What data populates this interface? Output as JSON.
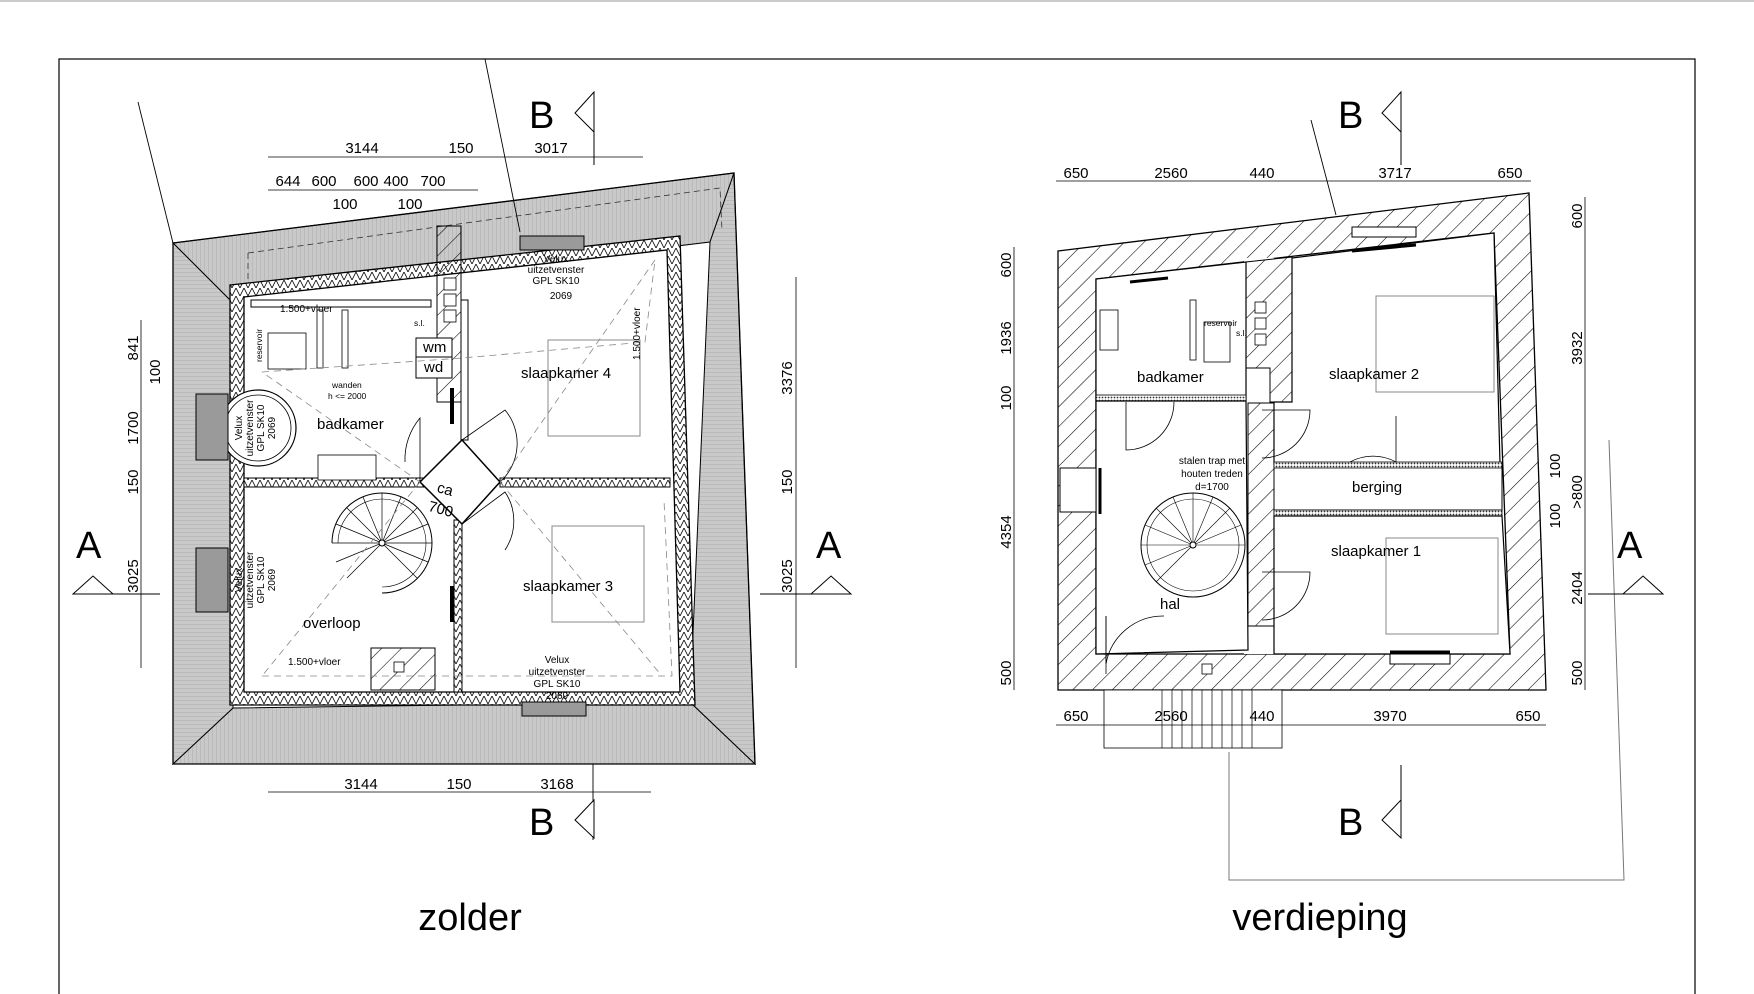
{
  "titles": {
    "left": "zolder",
    "right": "verdieping"
  },
  "section_marks": {
    "a": "A",
    "b": "B"
  },
  "zolder": {
    "rooms": {
      "badkamer": "badkamer",
      "slaapkamer4": "slaapkamer 4",
      "slaapkamer3": "slaapkamer 3",
      "overloop": "overloop",
      "ca": "ca",
      "ca_val": "700",
      "wm": "wm",
      "wd": "wd"
    },
    "notes": {
      "vloer1": "1.500+vloer",
      "vloer2": "1.500+vloer",
      "vloer3": "1.500+vloer",
      "wanden1": "wanden",
      "wanden2": "h <= 2000",
      "reservoir": "reservoir",
      "si": "s.l."
    },
    "velux_top": [
      "Velux",
      "uitzetvenster",
      "GPL SK10",
      "2069"
    ],
    "velux_bottom": [
      "Velux",
      "uitzetvenster",
      "GPL SK10",
      "2069"
    ],
    "velux_left1": [
      "Velux",
      "uitzetvenster",
      "GPL SK10",
      "2069"
    ],
    "velux_left2": [
      "Velux",
      "uitzetvenster",
      "GPL SK10",
      "2069"
    ],
    "dims_top1": [
      "3144",
      "150",
      "3017"
    ],
    "dims_top2": [
      "644",
      "600",
      "600",
      "400",
      "700"
    ],
    "dims_top3": [
      "100",
      "100"
    ],
    "dims_bottom": [
      "3144",
      "150",
      "3168"
    ],
    "dims_left": [
      "841",
      "100",
      "1700",
      "150",
      "3025"
    ],
    "dims_right": [
      "3376",
      "150",
      "3025"
    ]
  },
  "verdieping": {
    "rooms": {
      "badkamer": "badkamer",
      "slaapkamer2": "slaapkamer 2",
      "slaapkamer1": "slaapkamer 1",
      "berging": "berging",
      "hal": "hal"
    },
    "stair_note": [
      "stalen trap met",
      "houten treden",
      "d=1700"
    ],
    "notes": {
      "reservoir": "reservoir",
      "si": "s.l."
    },
    "dims_top": [
      "650",
      "2560",
      "440",
      "3717",
      "650"
    ],
    "dims_bottom": [
      "650",
      "2560",
      "440",
      "3970",
      "650"
    ],
    "dims_left": [
      "600",
      "1936",
      "100",
      "4354",
      "500"
    ],
    "dims_right": [
      "600",
      "3932",
      "100",
      ">800",
      "100",
      "2404",
      "500"
    ]
  }
}
